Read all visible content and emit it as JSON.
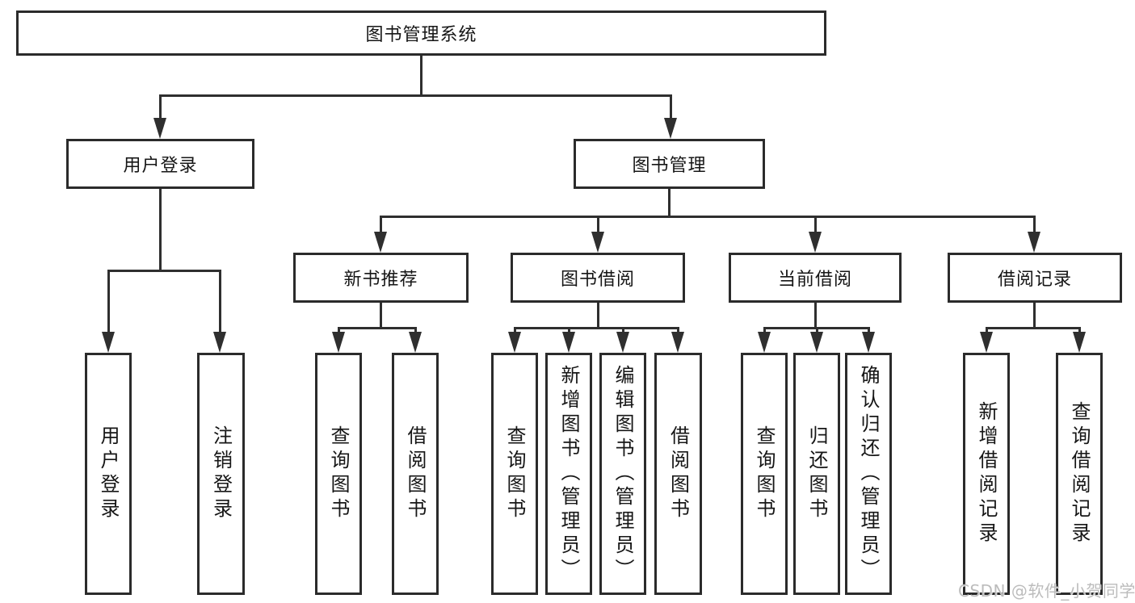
{
  "tree": {
    "label": "图书管理系统",
    "children": [
      {
        "label": "用户登录",
        "children": [
          {
            "label": "用户登录"
          },
          {
            "label": "注销登录"
          }
        ]
      },
      {
        "label": "图书管理",
        "children": [
          {
            "label": "新书推荐",
            "children": [
              {
                "label": "查询图书"
              },
              {
                "label": "借阅图书"
              }
            ]
          },
          {
            "label": "图书借阅",
            "children": [
              {
                "label": "查询图书"
              },
              {
                "label": "新增图书（管理员）"
              },
              {
                "label": "编辑图书（管理员）"
              },
              {
                "label": "借阅图书"
              }
            ]
          },
          {
            "label": "当前借阅",
            "children": [
              {
                "label": "查询图书"
              },
              {
                "label": "归还图书"
              },
              {
                "label": "确认归还（管理员）"
              }
            ]
          },
          {
            "label": "借阅记录",
            "children": [
              {
                "label": "新增借阅记录"
              },
              {
                "label": "查询借阅记录"
              }
            ]
          }
        ]
      }
    ]
  },
  "watermark": {
    "text": "CSDN @软件_小贺同学"
  },
  "colors": {
    "background": "#ffffff",
    "box_border": "#2b2b2b",
    "line": "#2f2f2f",
    "text": "#161616",
    "watermark": "#bcbcbc"
  }
}
